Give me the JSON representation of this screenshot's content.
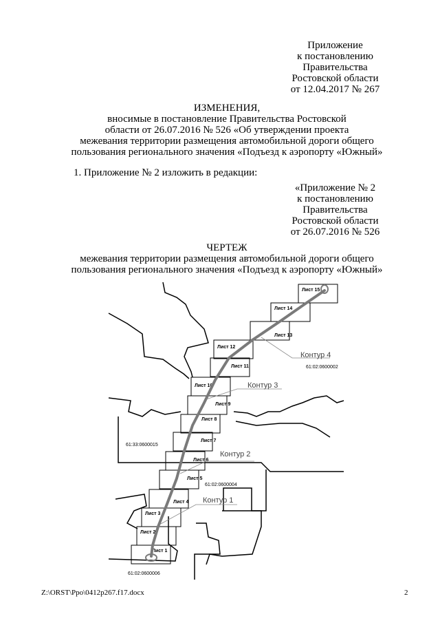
{
  "header_appendix": [
    "Приложение",
    "к постановлению",
    "Правительства",
    "Ростовской области",
    "от 12.04.2017 № 267"
  ],
  "changes": {
    "title": "ИЗМЕНЕНИЯ,",
    "lines": [
      "вносимые в постановление Правительства Ростовской",
      "области от 26.07.2016 № 526 «Об утверждении проекта",
      "межевания территории размещения автомобильной дороги общего",
      "пользования регионального значения «Подъезд к аэропорту «Южный»"
    ]
  },
  "item1": "1. Приложение № 2 изложить в редакции:",
  "appendix2": [
    "«Приложение № 2",
    "к постановлению",
    "Правительства",
    "Ростовской области",
    "от 26.07.2016 № 526"
  ],
  "drawing": {
    "title": "ЧЕРТЕЖ",
    "lines": [
      "межевания территории размещения автомобильной дороги общего",
      "пользования регионального значения «Подъезд к аэропорту «Южный»"
    ]
  },
  "map": {
    "sheets": [
      "Лист 1",
      "Лист 2",
      "Лист 3",
      "Лист 4",
      "Лист 5",
      "Лист 6",
      "Лист 7",
      "Лист 8",
      "Лист 9",
      "Лист 10",
      "Лист 11",
      "Лист 12",
      "Лист 13",
      "Лист 14",
      "Лист 15"
    ],
    "contours": [
      "Контур 1",
      "Контур 2",
      "Контур 3",
      "Контур 4"
    ],
    "cadastral": [
      "61:02:0600002",
      "61:33:0600015",
      "61:02:0600004",
      "61:02:0600006"
    ],
    "road_color": "#7a7a7a"
  },
  "footer": {
    "path": "Z:\\ORST\\Ppo\\0412p267.f17.docx",
    "page": "2"
  }
}
